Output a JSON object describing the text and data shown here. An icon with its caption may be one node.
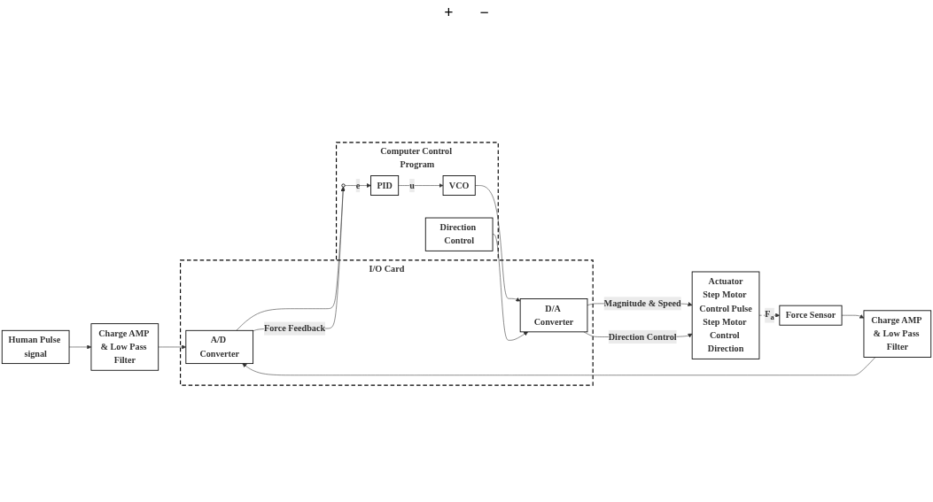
{
  "diagram": {
    "nodes": [
      {
        "text": [
          "Human Pulse signal"
        ]
      },
      {
        "text": [
          "Charge AMP & Low Pass Filter"
        ]
      },
      {
        "text": [
          "I/O Card"
        ]
      },
      {
        "text": [
          "A/D Converter"
        ],
        "in": 2
      },
      {
        "text": [
          "Computer Control Program"
        ]
      },
      {
        "text": [],
        "shape": "circle",
        "in": 4
      },
      {
        "text": [
          "Force Sensor"
        ]
      },
      {
        "text": [
          "Charge AMP & Low Pass Filter"
        ]
      },
      {
        "text": [
          "PID"
        ],
        "in": 4
      },
      {
        "text": [
          "Actuator",
          "Step Motor Control Pulse",
          "Step Motor Control Direction"
        ]
      },
      {
        "text": [
          "VCO"
        ],
        "in": 4
      },
      {
        "text": [
          "D/A Converter"
        ],
        "in": 2
      },
      {
        "text": [
          "Direction Control"
        ],
        "in": 4
      }
    ],
    "edges": [
      {
        "from": 0,
        "to": 1,
        "arrow": "to"
      },
      {
        "from": 1,
        "to": 3,
        "arrow": "to"
      },
      {
        "from": 3,
        "to": 5,
        "arrow": "to"
      },
      {
        "from": 6,
        "to": 7,
        "arrow": "to"
      },
      {
        "from": 7,
        "to": 3,
        "arrow": "to"
      },
      {
        "from": 3,
        "to": 5,
        "arrow": "to",
        "label": "Force Feedback"
      },
      {
        "from": 5,
        "to": 8,
        "arrow": "to",
        "label": "e"
      },
      {
        "from": 8,
        "to": 10,
        "arrow": "to",
        "label": "u"
      },
      {
        "from": 10,
        "to": 11,
        "arrow": "to"
      },
      {
        "from": 11,
        "to": 9,
        "arrow": "to",
        "label": "Magnitude & Speed"
      },
      {
        "from": 12,
        "to": 11,
        "arrow": "to"
      },
      {
        "from": 11,
        "to": 9,
        "arrow": "to",
        "label": "Direction  Control"
      },
      {
        "from": 9,
        "to": 6,
        "arrow": "to",
        "style": "dashed",
        "label": "F$_{a}$"
      }
    ],
    "labels": [
      "+",
      "−"
    ]
  }
}
